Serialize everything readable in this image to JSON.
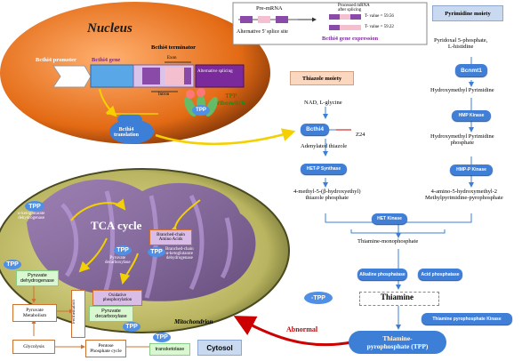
{
  "nucleus": {
    "title": "Nucleus",
    "promoter": "Bcthi4 promoter",
    "gene": "Bcthi4 gene",
    "terminator": "Bcthi4 terminator",
    "exon": "Exon",
    "intron": "Intron",
    "alt_splicing": "Alternative splicing",
    "riboswitch": "TPP\nriboswitch",
    "tpp": "TPP",
    "translation": "Bcthi4\ntranslation"
  },
  "splice_panel": {
    "pre_mrna": "Pre-mRNA",
    "processed": "Processed mRNA\nafter splicing",
    "site": "Alternative 5' splice site",
    "val1": "T- value = 59.56",
    "val2": "T- value = 59.22",
    "expression": "Bcthi4 gene expression"
  },
  "thiazole": {
    "title": "Thiazole moiety",
    "nad": "NAD, L-glycine",
    "enzyme": "Bcthi4",
    "mut": "Z24",
    "adenylated": "Adenylated thiazole",
    "het_p_synthase": "HET-P Synthase",
    "product": "4-methyl-5-(β-hydroxyethyl)\nthiazole phosphate"
  },
  "pyrimidine": {
    "title": "Pyrimidine moiety",
    "substrate": "Pyridoxal 5-phosphate,\nL-histidine",
    "enzyme": "Bcnmt1",
    "hmp": "Hydroxymethyl Pyrimidine",
    "hmp_kinase": "HMP Kinase",
    "hmp_p": "Hydroxymethyl Pyrimidine\nphosphate",
    "hmp_p_kinase": "HMP-P Kinase",
    "product": "4-amino-5-hydroxymethyl-2\nMethylpyrimidine-pyrophosphate"
  },
  "pathway": {
    "het_kinase": "HET Kinase",
    "tmp": "Thiamine-monophosphate",
    "alkaline": "Alkaline phosphatase",
    "acid": "Acid phosphatase",
    "thiamine": "Thiamine",
    "tpk": "Thiamine pyrophosphate Kinase",
    "tpp_product": "Thiamine-\npyrophosphate (TPP)",
    "minus_tpp": "-TPP",
    "abnormal": "Abnormal"
  },
  "mito": {
    "tca": "TCA cycle",
    "akg": "α-ketoglutarate\ndehydrogenase",
    "bcaa": "Branched-chain\nAmino Acids",
    "bckdh": "Branched-chain\nα-ketoglutarate\ndehydrogenase",
    "pdc": "Pyruvate\ndecarboxylase",
    "oxphos": "Oxidative\nphosphorylation",
    "pdh": "Pyruvate\ndehydrogenase",
    "pyr_met": "Pyruvate\nMetabolism",
    "pyr_dec2": "Pyruvate\ndecarboxylase",
    "fermentation": "Fermentation",
    "glycolysis": "Glycolysis",
    "ppp": "Pentose\nPhosphate cycle",
    "transketolase": "transketolase",
    "mitochondrion": "Mitochondrion",
    "cytosol": "Cytosol",
    "tpp": "TPP"
  },
  "colors": {
    "nucleus": "#e8731e",
    "mito_outer": "#c8c870",
    "mito_inner": "#8a6aa8",
    "arrow_blue": "#3d7fd6",
    "abnormal": "#cc0000"
  }
}
